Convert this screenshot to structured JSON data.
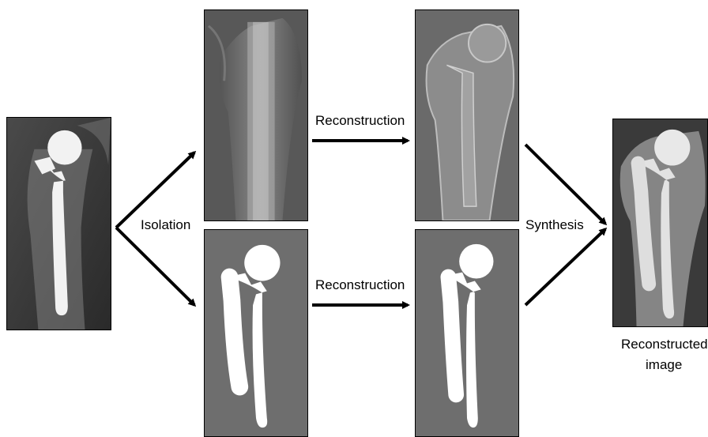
{
  "labels": {
    "isolation": "Isolation",
    "reconstruction_top": "Reconstruction",
    "reconstruction_bottom": "Reconstruction",
    "synthesis": "Synthesis",
    "result_line1": "Reconstructed",
    "result_line2": "image"
  },
  "colors": {
    "xray_dark": "#2b2b2b",
    "xray_mid": "#7a7a7a",
    "implant": "#f2f2f2",
    "mask_bg": "#6e6e6e",
    "mask_fg": "#ffffff",
    "arrow": "#000000"
  }
}
